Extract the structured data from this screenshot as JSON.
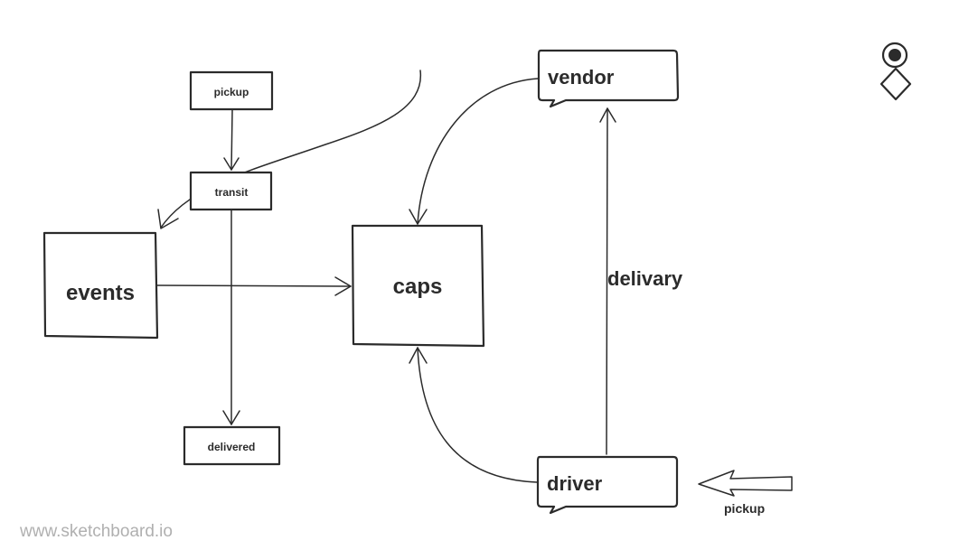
{
  "nodes": {
    "pickup": "pickup",
    "transit": "transit",
    "delivered": "delivered",
    "events": "events",
    "caps": "caps",
    "vendor": "vendor",
    "driver": "driver"
  },
  "edge_labels": {
    "delivary": "delivary",
    "pickup": "pickup"
  },
  "watermark": "www.sketchboard.io",
  "colors": {
    "stroke": "#2b2b2b",
    "text": "#2b2b2b",
    "watermark": "#b0b0b0",
    "background": "#ffffff"
  }
}
